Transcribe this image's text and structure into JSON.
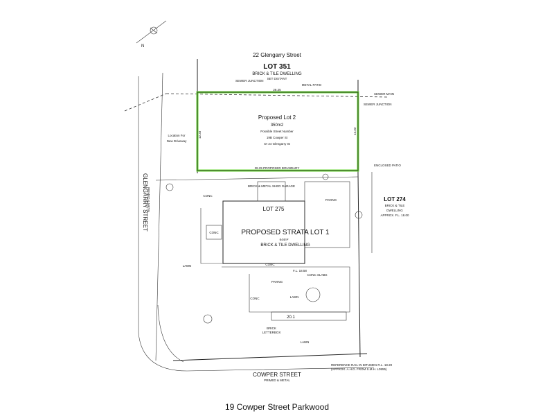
{
  "north_label": "N",
  "street_top": "22 Glengarry Street",
  "lot351": {
    "title": "LOT 351",
    "sub": "BRICK & TILE DWELLING",
    "sub2": "SET DISTANT"
  },
  "sewer_junction_left": "SEWER JUNCTION",
  "sewer_junction_right": "SEWER JUNCTION",
  "sewer_main": "SEWER MAIN",
  "metal_patio": "METAL PATIO",
  "lot2": {
    "title": "Proposed Lot 2",
    "area": "350m2",
    "possible": "Possible Street Number",
    "opt1": "19B Cowper St",
    "opt2": "Or 24 Glengarry St",
    "dim_top": "28.25",
    "dim_bottom": "28.25 PROPOSED BOUNDARY",
    "dim_left": "12.33",
    "dim_right": "12.33"
  },
  "location_driveway": "Location For New Driveway",
  "glengarry": {
    "name": "GLENGARRY STREET",
    "sub": "PRIMED & METAL"
  },
  "cowper": {
    "name": "COWPER STREET",
    "sub": "PRIMED & METAL"
  },
  "enclosed_patio": "ENCLOSED PATIO",
  "lot274": {
    "title": "LOT 274",
    "sub": "BRICK & TILE",
    "sub2": "DWELLING",
    "sub3": "APPROX. F.L. 18.00"
  },
  "lot275": "LOT 275",
  "strata": {
    "title": "PROPOSED STRATA LOT 1",
    "area": "644m²",
    "sub": "BRICK & TILE DWELLING"
  },
  "brick_shed": "BRICK & METAL SHED GARAGE",
  "paving": "PAVING",
  "lawn": "LAWN",
  "conc": "CONC",
  "conc_slabs": "CONC SLABS",
  "fl": "F.L. 18.58",
  "letterbox": "BRICK LETTERBOX",
  "dim_front": "20.1",
  "reference": "REFERENCE RAIL IN BITUMEN R.L. 18.20",
  "reference2": "(APPROX. A.H.D. FROM S.M.H. L0555)",
  "caption": "19 Cowper Street Parkwood",
  "colors": {
    "boundary": "#6bd43a",
    "ink": "#111111"
  }
}
